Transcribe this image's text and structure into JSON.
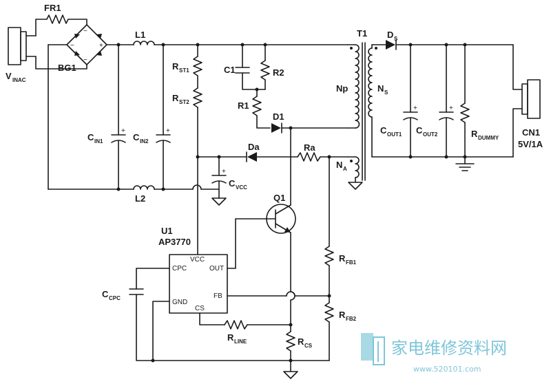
{
  "labels": {
    "fr1": "FR1",
    "bg1": "BG1",
    "vin_main": "V",
    "vin_sub": "INAC",
    "l1": "L1",
    "l2": "L2",
    "cin1_main": "C",
    "cin1_sub": "IN1",
    "cin2_main": "C",
    "cin2_sub": "IN2",
    "rst1_main": "R",
    "rst1_sub": "ST1",
    "rst2_main": "R",
    "rst2_sub": "ST2",
    "c1": "C1",
    "r2": "R2",
    "r1": "R1",
    "d1": "D1",
    "da": "Da",
    "ra": "Ra",
    "cvcc_main": "C",
    "cvcc_sub": "VCC",
    "t1": "T1",
    "np": "Np",
    "ns_main": "N",
    "ns_sub": "S",
    "na_main": "N",
    "na_sub": "A",
    "ds_main": "D",
    "ds_sub": "S",
    "cout1_main": "C",
    "cout1_sub": "OUT1",
    "cout2_main": "C",
    "cout2_sub": "OUT2",
    "rdummy_main": "R",
    "rdummy_sub": "DUMMY",
    "cn1": "CN1",
    "cn1_rating": "5V/1A",
    "q1": "Q1",
    "u1": "U1",
    "u1_part": "AP3770",
    "rfb1_main": "R",
    "rfb1_sub": "FB1",
    "rfb2_main": "R",
    "rfb2_sub": "FB2",
    "ccpc_main": "C",
    "ccpc_sub": "CPC",
    "rline_main": "R",
    "rline_sub": "LINE",
    "rcs_main": "R",
    "rcs_sub": "CS"
  },
  "ic_pins": {
    "vcc": "VCC",
    "cpc": "CPC",
    "out": "OUT",
    "fb": "FB",
    "gnd": "GND",
    "cs": "CS"
  },
  "polarity": {
    "bridge_ac": "~",
    "bridge_neg": "−",
    "bridge_pos": "+",
    "cap_plus": "+"
  },
  "watermark": {
    "text": "家电维修资料网",
    "url": "www.520101.com"
  }
}
